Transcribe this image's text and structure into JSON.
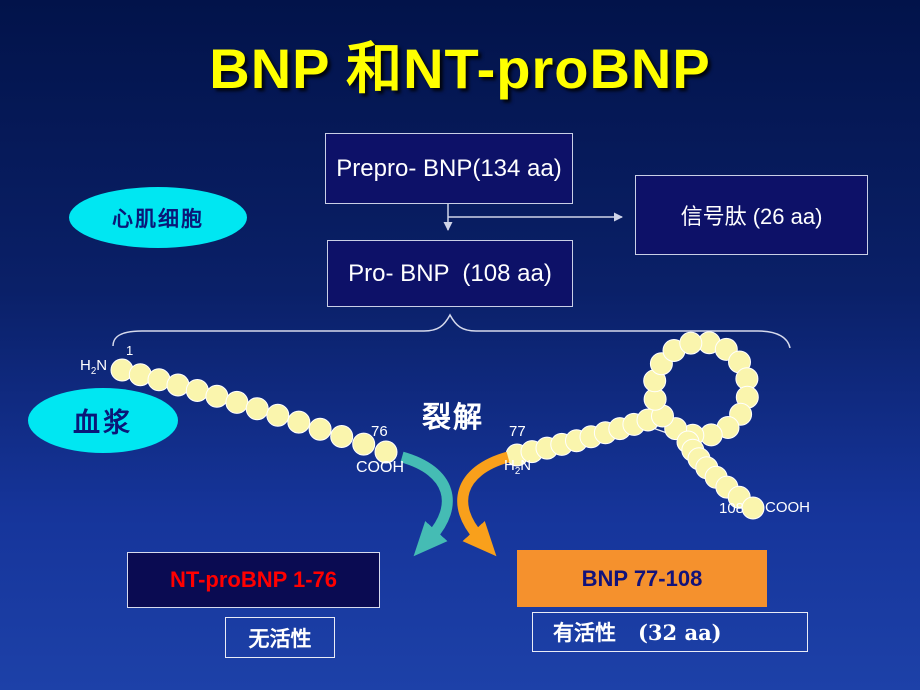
{
  "slide": {
    "title": "BNP 和NT-proBNP"
  },
  "flow": {
    "prepro_box": "Prepro- BNP(134 aa)",
    "signal_box": "信号肽 (26 aa)",
    "pro_box": "Pro- BNP  (108 aa)"
  },
  "context_labels": {
    "cardiomyocyte": "心肌细胞",
    "plasma": "血浆",
    "cleavage": "裂解"
  },
  "chain_labels": {
    "left_h2n": {
      "h": "H",
      "sub": "2",
      "n": "N"
    },
    "left_start_num": "1",
    "left_end_num": "76",
    "left_cooh": "COOH",
    "right_start_num": "77",
    "right_h2n": {
      "h": "H",
      "sub": "2",
      "n": "N"
    },
    "right_end_num": "108",
    "right_cooh": "COOH"
  },
  "results": {
    "nt_probnp_label": "NT-proBNP 1-76",
    "nt_probnp_status": "无活性",
    "bnp_label": "BNP 77-108",
    "bnp_status": "有活性",
    "bnp_status_extra": "(32 aa)"
  },
  "colors": {
    "background_top": "#02134a",
    "background_bottom": "#1d41a8",
    "title_yellow": "#ffff00",
    "box_navy": "#0d1168",
    "box_border": "#c9cfe6",
    "nt_box_fill": "#0a0b52",
    "nt_text_red": "#ff0000",
    "bnp_box_orange": "#f5912d",
    "ellipse_cyan": "#00e7f2",
    "bead_yellow": "#faf5ad",
    "arrow_teal": "#45bcb4",
    "arrow_orange": "#f9a01b"
  }
}
